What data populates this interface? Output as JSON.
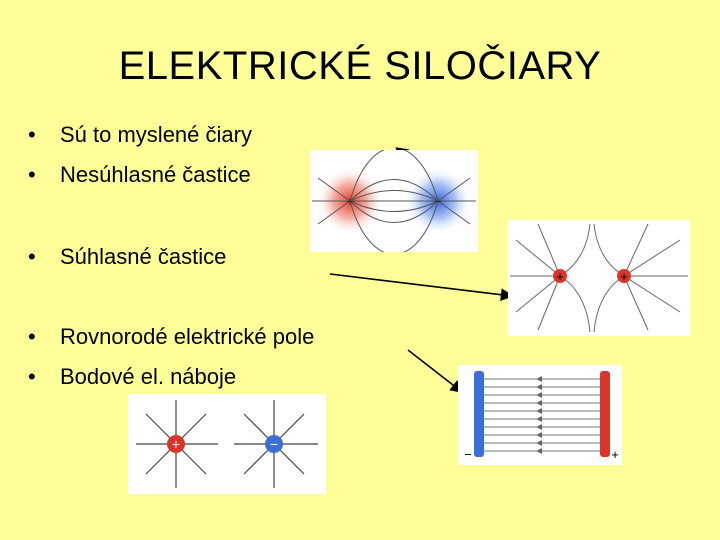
{
  "slide": {
    "title": "ELEKTRICKÉ SILOČIARY",
    "bullet_glyph": "•",
    "bullets": [
      "Sú to myslené čiary",
      "Nesúhlasné častice",
      "Súhlasné častice",
      "Rovnorodé elektrické pole",
      "Bodové el. náboje"
    ]
  },
  "figures": {
    "opposite_charges": {
      "left_sign": "+",
      "right_sign": "−"
    },
    "like_charges": {
      "left_sign": "+",
      "right_sign": "+"
    },
    "uniform_field": {
      "left_sign": "−",
      "right_sign": "+"
    },
    "point_charges": {
      "left_sign": "+",
      "right_sign": "−"
    }
  },
  "colors": {
    "background": "#ffff99",
    "positive": "#d9362b",
    "negative": "#3a6fd8",
    "field_line": "#555555"
  }
}
